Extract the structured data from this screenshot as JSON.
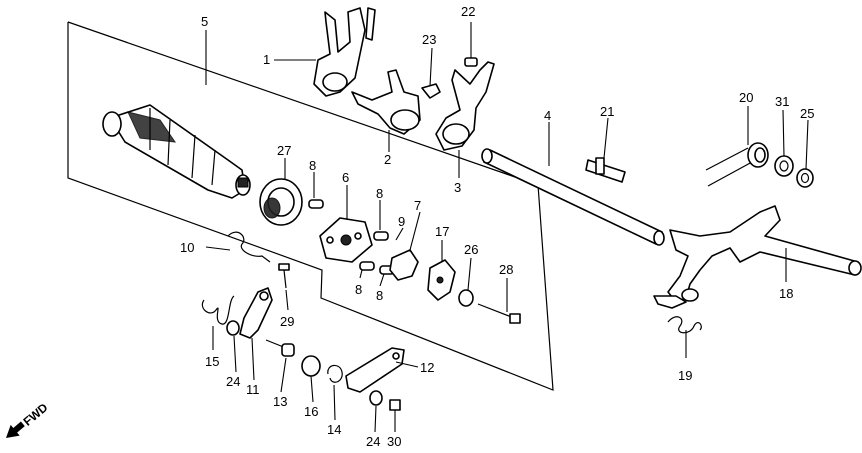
{
  "diagram": {
    "type": "exploded-parts-diagram",
    "callouts": [
      {
        "id": "c1",
        "label": "1"
      },
      {
        "id": "c2",
        "label": "2"
      },
      {
        "id": "c3",
        "label": "3"
      },
      {
        "id": "c4",
        "label": "4"
      },
      {
        "id": "c5",
        "label": "5"
      },
      {
        "id": "c6",
        "label": "6"
      },
      {
        "id": "c7",
        "label": "7"
      },
      {
        "id": "c8a",
        "label": "8"
      },
      {
        "id": "c8b",
        "label": "8"
      },
      {
        "id": "c8c",
        "label": "8"
      },
      {
        "id": "c8d",
        "label": "8"
      },
      {
        "id": "c9",
        "label": "9"
      },
      {
        "id": "c10",
        "label": "10"
      },
      {
        "id": "c11",
        "label": "11"
      },
      {
        "id": "c12",
        "label": "12"
      },
      {
        "id": "c13",
        "label": "13"
      },
      {
        "id": "c14",
        "label": "14"
      },
      {
        "id": "c15",
        "label": "15"
      },
      {
        "id": "c16",
        "label": "16"
      },
      {
        "id": "c17",
        "label": "17"
      },
      {
        "id": "c18",
        "label": "18"
      },
      {
        "id": "c19",
        "label": "19"
      },
      {
        "id": "c20",
        "label": "20"
      },
      {
        "id": "c21",
        "label": "21"
      },
      {
        "id": "c22",
        "label": "22"
      },
      {
        "id": "c23",
        "label": "23"
      },
      {
        "id": "c24a",
        "label": "24"
      },
      {
        "id": "c24b",
        "label": "24"
      },
      {
        "id": "c25",
        "label": "25"
      },
      {
        "id": "c26",
        "label": "26"
      },
      {
        "id": "c27",
        "label": "27"
      },
      {
        "id": "c28",
        "label": "28"
      },
      {
        "id": "c29",
        "label": "29"
      },
      {
        "id": "c30",
        "label": "30"
      },
      {
        "id": "c31",
        "label": "31"
      }
    ],
    "direction_marker": {
      "label": "FWD",
      "icon": "arrow-forward-icon"
    }
  }
}
